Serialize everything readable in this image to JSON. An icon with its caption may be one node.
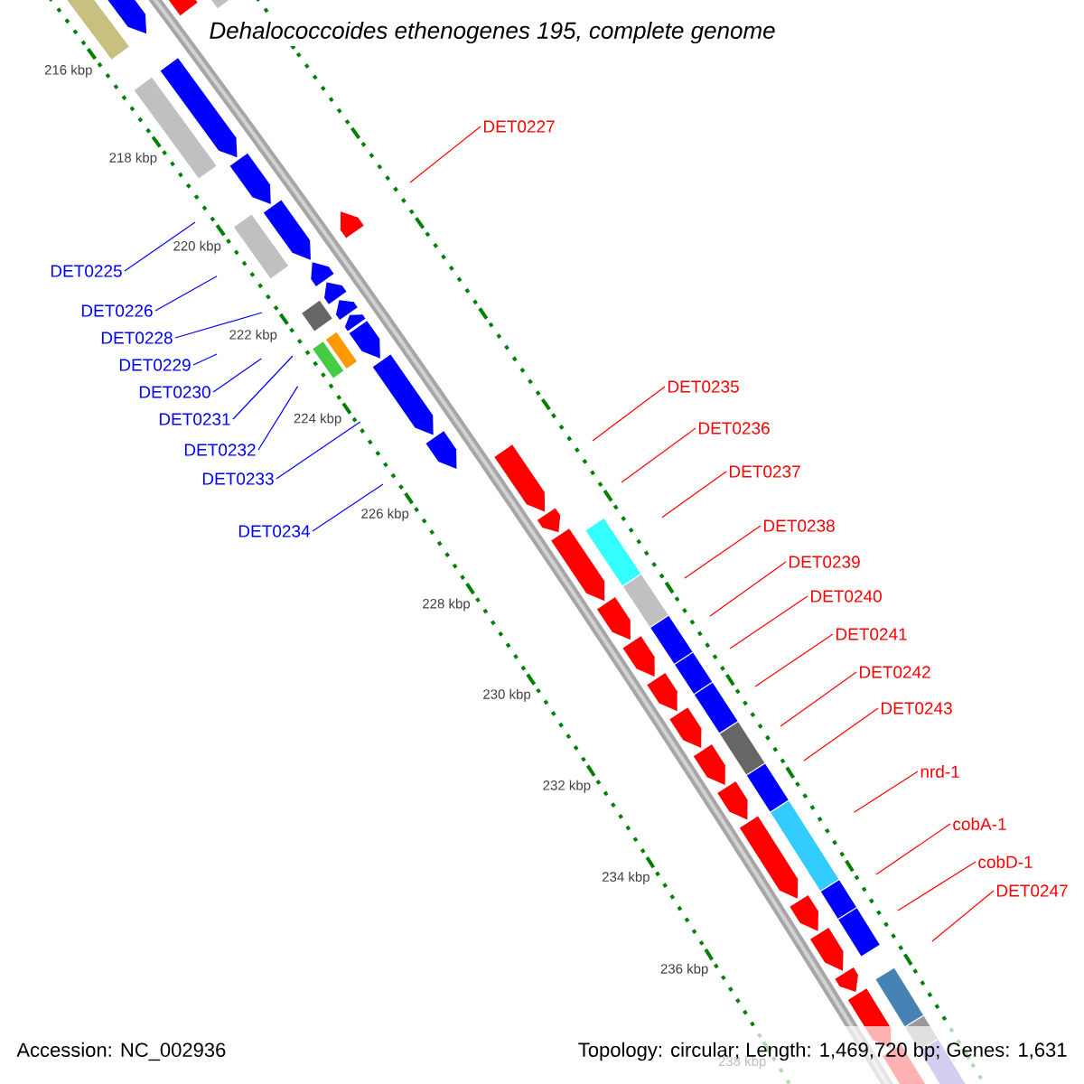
{
  "diagram": {
    "title": "Dehalococcoides ethenogenes 195, complete genome",
    "nodes": [
      {
        "text": [
          "DET0227"
        ]
      },
      {
        "text": [
          "DET0225"
        ]
      },
      {
        "text": [
          "DET0226"
        ]
      },
      {
        "text": [
          "DET0228"
        ]
      },
      {
        "text": [
          "DET0229"
        ]
      },
      {
        "text": [
          "DET0230"
        ]
      },
      {
        "text": [
          "DET0231"
        ]
      },
      {
        "text": [
          "DET0232"
        ]
      },
      {
        "text": [
          "DET0233"
        ]
      },
      {
        "text": [
          "DET0234"
        ]
      },
      {
        "text": [
          "DET0235"
        ]
      },
      {
        "text": [
          "DET0236"
        ]
      },
      {
        "text": [
          "DET0237"
        ]
      },
      {
        "text": [
          "DET0238"
        ]
      },
      {
        "text": [
          "DET0239"
        ]
      },
      {
        "text": [
          "DET0240"
        ]
      },
      {
        "text": [
          "DET0241"
        ]
      },
      {
        "text": [
          "DET0242"
        ]
      },
      {
        "text": [
          "DET0243"
        ]
      },
      {
        "text": [
          "nrd-1"
        ]
      },
      {
        "text": [
          "cobA-1"
        ]
      },
      {
        "text": [
          "cobD-1"
        ]
      },
      {
        "text": [
          "DET0247"
        ]
      }
    ],
    "edges": [
      {
        "from": 0,
        "to": null,
        "arrow": "none"
      },
      {
        "from": 1,
        "to": null,
        "arrow": "none",
        "color": "#0000ff"
      },
      {
        "from": 2,
        "to": null,
        "arrow": "none",
        "color": "#0000ff"
      },
      {
        "from": 3,
        "to": null,
        "arrow": "none",
        "color": "#0000ff"
      },
      {
        "from": 4,
        "to": null,
        "arrow": "none",
        "color": "#0000ff"
      },
      {
        "from": 5,
        "to": null,
        "arrow": "none",
        "color": "#0000ff"
      },
      {
        "from": 6,
        "to": null,
        "arrow": "none",
        "color": "#0000ff"
      },
      {
        "from": 7,
        "to": null,
        "arrow": "none",
        "color": "#0000ff"
      },
      {
        "from": 8,
        "to": null,
        "arrow": "none",
        "color": "#0000ff"
      },
      {
        "from": 9,
        "to": null,
        "arrow": "none",
        "color": "#0000ff"
      },
      {
        "from": 10,
        "to": null,
        "arrow": "none"
      },
      {
        "from": 11,
        "to": null,
        "arrow": "none"
      },
      {
        "from": 12,
        "to": null,
        "arrow": "none"
      },
      {
        "from": 13,
        "to": null,
        "arrow": "none"
      },
      {
        "from": 14,
        "to": null,
        "arrow": "none"
      },
      {
        "from": 15,
        "to": null,
        "arrow": "none"
      },
      {
        "from": 16,
        "to": null,
        "arrow": "none"
      },
      {
        "from": 17,
        "to": null,
        "arrow": "none"
      },
      {
        "from": 18,
        "to": null,
        "arrow": "none"
      },
      {
        "from": 19,
        "to": null,
        "arrow": "none"
      },
      {
        "from": 20,
        "to": null,
        "arrow": "none"
      },
      {
        "from": 21,
        "to": null,
        "arrow": "none"
      },
      {
        "from": 22,
        "to": null,
        "arrow": "none"
      }
    ],
    "labels": [
      "216 kbp",
      "218 kbp",
      "220 kbp",
      "222 kbp",
      "224 kbp",
      "226 kbp",
      "228 kbp",
      "230 kbp",
      "232 kbp",
      "234 kbp",
      "236 kbp",
      "238 kbp",
      "Accession: NC_002936",
      "Topology: circular; Length: 1,469,720 bp; Genes: 1,631"
    ]
  }
}
